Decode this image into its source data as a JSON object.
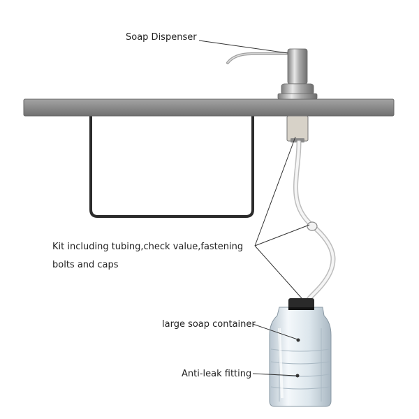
{
  "labels": {
    "soap_dispenser": "Soap Dispenser",
    "kit_line1": "Kit including tubing,check value,fastening",
    "kit_line2": "bolts and caps",
    "large_container": "large soap container",
    "anti_leak": "Anti-leak fitting"
  },
  "colors": {
    "countertop": "#8a8a8a",
    "countertop_edge": "#6f6f6f",
    "sink": "#2b2b2b",
    "chrome": "#b8b8b8",
    "tube": "#e6e6e6",
    "bottle": "#dde7ee",
    "cap": "#2a2a2a",
    "leader": "#333333"
  }
}
